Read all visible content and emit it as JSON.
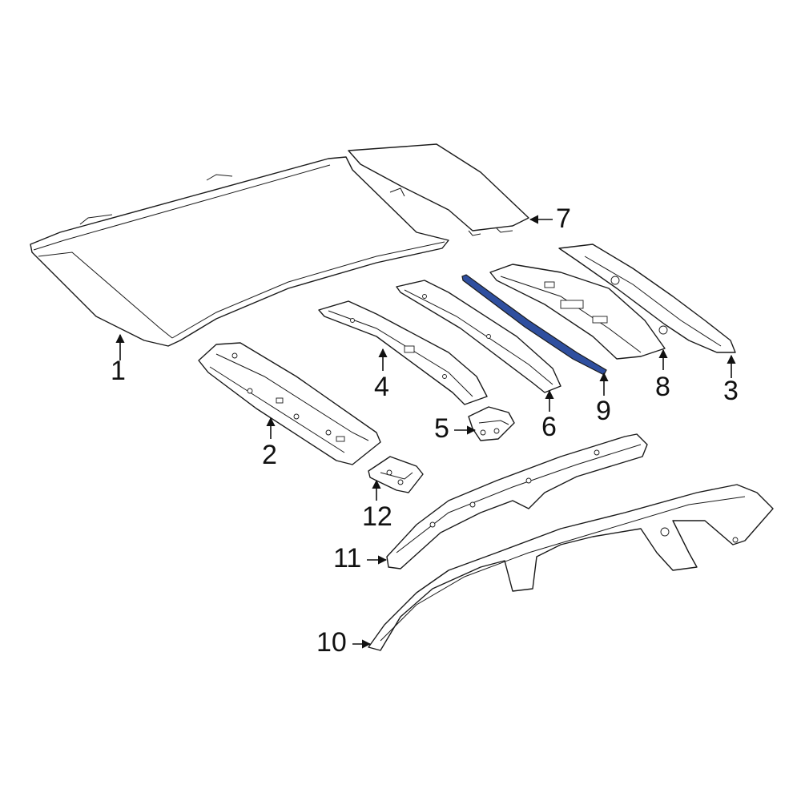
{
  "diagram": {
    "highlight_color": "#2f4f9f",
    "line_color": "#1a1a1a",
    "callouts": [
      {
        "label": "1"
      },
      {
        "label": "2"
      },
      {
        "label": "3"
      },
      {
        "label": "4"
      },
      {
        "label": "5"
      },
      {
        "label": "6"
      },
      {
        "label": "7"
      },
      {
        "label": "8"
      },
      {
        "label": "9"
      },
      {
        "label": "10"
      },
      {
        "label": "11"
      },
      {
        "label": "12"
      }
    ]
  }
}
